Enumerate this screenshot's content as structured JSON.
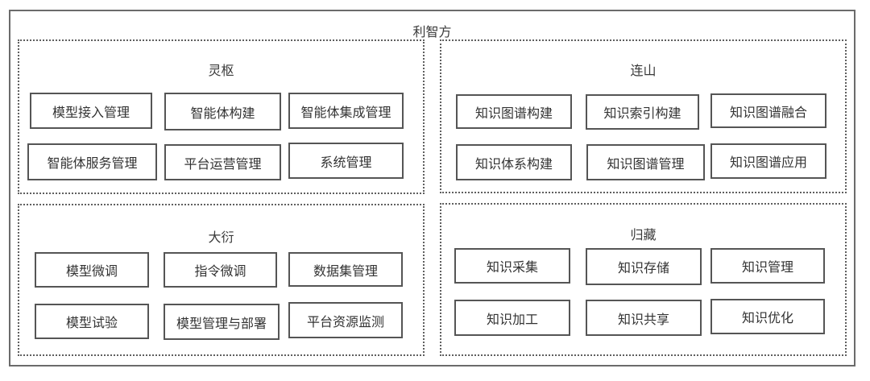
{
  "title": "利智方",
  "panels": [
    {
      "title": "灵枢",
      "modules": [
        "模型接入管理",
        "智能体构建",
        "智能体集成管理",
        "智能体服务管理",
        "平台运营管理",
        "系统管理"
      ]
    },
    {
      "title": "连山",
      "modules": [
        "知识图谱构建",
        "知识索引构建",
        "知识图谱融合",
        "知识体系构建",
        "知识图谱管理",
        "知识图谱应用"
      ]
    },
    {
      "title": "大衍",
      "modules": [
        "模型微调",
        "指令微调",
        "数据集管理",
        "模型试验",
        "模型管理与部署",
        "平台资源监测"
      ]
    },
    {
      "title": "归藏",
      "modules": [
        "知识采集",
        "知识存储",
        "知识管理",
        "知识加工",
        "知识共享",
        "知识优化"
      ]
    }
  ]
}
